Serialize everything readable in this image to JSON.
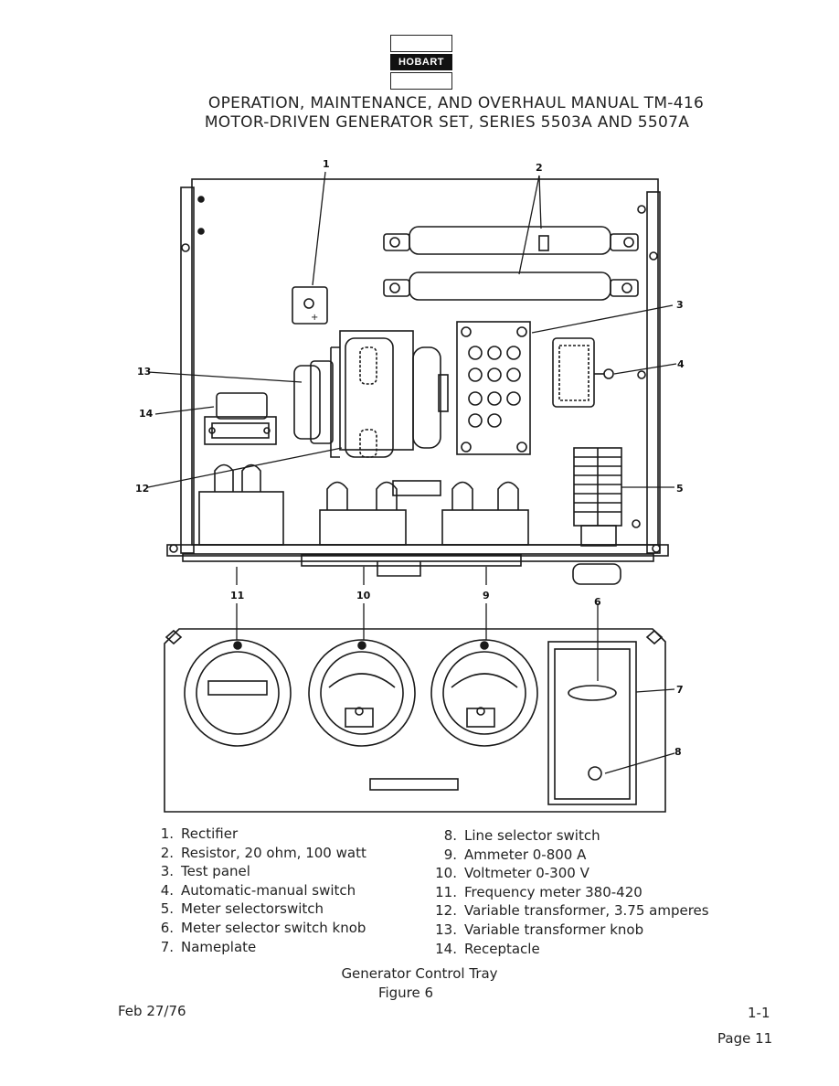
{
  "header": {
    "brand": "HOBART",
    "title_line1": "OPERATION, MAINTENANCE, AND OVERHAUL MANUAL TM-416",
    "title_line2": "MOTOR-DRIVEN GENERATOR SET, SERIES 5503A AND 5507A"
  },
  "callouts": [
    "1",
    "2",
    "3",
    "4",
    "5",
    "6",
    "7",
    "8",
    "9",
    "10",
    "11",
    "12",
    "13",
    "14"
  ],
  "legend_left": [
    {
      "num": "1.",
      "text": "Rectifier"
    },
    {
      "num": "2.",
      "text": "Resistor, 20 ohm, 100 watt"
    },
    {
      "num": "3.",
      "text": "Test panel"
    },
    {
      "num": "4.",
      "text": "Automatic-manual switch"
    },
    {
      "num": "5.",
      "text": "Meter selectorswitch"
    },
    {
      "num": "6.",
      "text": "Meter selector switch knob"
    },
    {
      "num": "7.",
      "text": "Nameplate"
    }
  ],
  "legend_right": [
    {
      "num": "8.",
      "text": "Line selector switch"
    },
    {
      "num": "9.",
      "text": "Ammeter 0-800 A"
    },
    {
      "num": "10.",
      "text": "Voltmeter 0-300 V"
    },
    {
      "num": "11.",
      "text": "Frequency meter 380-420"
    },
    {
      "num": "12.",
      "text": "Variable transformer, 3.75 amperes"
    },
    {
      "num": "13.",
      "text": "Variable transformer knob"
    },
    {
      "num": "14.",
      "text": "Receptacle"
    }
  ],
  "caption": {
    "line1": "Generator Control Tray",
    "line2": "Figure 6"
  },
  "footer": {
    "date": "Feb 27/76",
    "page_ref": "1-1",
    "page": "Page 11"
  }
}
